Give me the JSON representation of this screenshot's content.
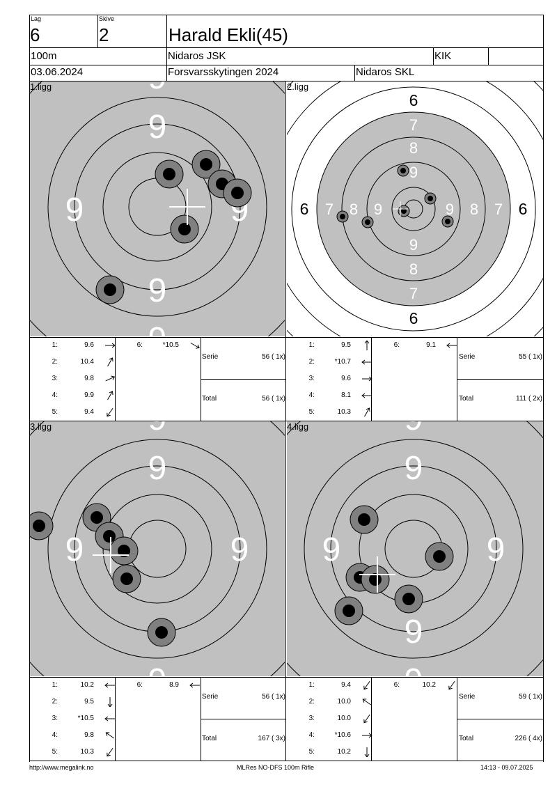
{
  "header": {
    "lag_label": "Lag",
    "lag_value": "6",
    "skive_label": "Skive",
    "skive_value": "2",
    "shooter_name": "Harald Ekli(45)",
    "distance": "100m",
    "club": "Nidaros JSK",
    "class": "KIK",
    "date": "03.06.2024",
    "event": "Forsvarsskytingen 2024",
    "organizer": "Nidaros SKL"
  },
  "colors": {
    "target_gray": "#c0c0c0",
    "shot_ring": "#808080",
    "shot_core": "#000000",
    "ring_number_light": "#ffffff",
    "ring_number_dark": "#000000"
  },
  "panels": [
    {
      "label": "1.ligg",
      "shots": [
        {
          "n": "1:",
          "value": "9.6",
          "arrow": "right-arrow-icon"
        },
        {
          "n": "2:",
          "value": "10.4",
          "arrow": "up-right-arrow-icon"
        },
        {
          "n": "3:",
          "value": "9.8",
          "arrow": "right-up-arrow-icon"
        },
        {
          "n": "4:",
          "value": "9.9",
          "arrow": "up-right-arrow-icon"
        },
        {
          "n": "5:",
          "value": "9.4",
          "arrow": "down-left-arrow-icon"
        },
        {
          "n": "6:",
          "value": "*10.5",
          "arrow": "down-right-arrow-icon"
        }
      ],
      "serie_label": "Serie",
      "serie_value": "56 ( 1x)",
      "total_label": "Total",
      "total_value": "56 ( 1x)"
    },
    {
      "label": "2.ligg",
      "shots": [
        {
          "n": "1:",
          "value": "9.5",
          "arrow": "up-arrow-icon"
        },
        {
          "n": "2:",
          "value": "*10.7",
          "arrow": "left-arrow-icon"
        },
        {
          "n": "3:",
          "value": "9.6",
          "arrow": "right-arrow-icon"
        },
        {
          "n": "4:",
          "value": "8.1",
          "arrow": "left-arrow-icon"
        },
        {
          "n": "5:",
          "value": "10.3",
          "arrow": "up-right-arrow-icon"
        },
        {
          "n": "6:",
          "value": "9.1",
          "arrow": "left-arrow-icon"
        }
      ],
      "serie_label": "Serie",
      "serie_value": "55 ( 1x)",
      "total_label": "Total",
      "total_value": "111 ( 2x)"
    },
    {
      "label": "3.ligg",
      "shots": [
        {
          "n": "1:",
          "value": "10.2",
          "arrow": "left-arrow-icon"
        },
        {
          "n": "2:",
          "value": "9.5",
          "arrow": "down-arrow-icon"
        },
        {
          "n": "3:",
          "value": "*10.5",
          "arrow": "left-arrow-icon"
        },
        {
          "n": "4:",
          "value": "9.8",
          "arrow": "up-left-arrow-icon"
        },
        {
          "n": "5:",
          "value": "10.3",
          "arrow": "down-left-arrow-icon"
        },
        {
          "n": "6:",
          "value": "8.9",
          "arrow": "left-arrow-icon"
        }
      ],
      "serie_label": "Serie",
      "serie_value": "56 ( 1x)",
      "total_label": "Total",
      "total_value": "167 ( 3x)"
    },
    {
      "label": "4.ligg",
      "shots": [
        {
          "n": "1:",
          "value": "9.4",
          "arrow": "down-left-arrow-icon"
        },
        {
          "n": "2:",
          "value": "10.0",
          "arrow": "up-left-arrow-icon"
        },
        {
          "n": "3:",
          "value": "10.0",
          "arrow": "down-left-arrow-icon"
        },
        {
          "n": "4:",
          "value": "*10.6",
          "arrow": "right-arrow-icon"
        },
        {
          "n": "5:",
          "value": "10.2",
          "arrow": "down-arrow-icon"
        },
        {
          "n": "6:",
          "value": "10.2",
          "arrow": "down-left-arrow-icon"
        }
      ],
      "serie_label": "Serie",
      "serie_value": "59 ( 1x)",
      "total_label": "Total",
      "total_value": "226 ( 4x)"
    }
  ],
  "target_numbers": {
    "zoomed": "9",
    "full_outer": "6",
    "full_ring7": "7",
    "full_ring8": "8",
    "full_ring9": "9"
  },
  "footer": {
    "url": "http://www.megalink.no",
    "program": "MLRes NO-DFS 100m Rifle",
    "timestamp": "14:13 - 09.07.2025"
  }
}
